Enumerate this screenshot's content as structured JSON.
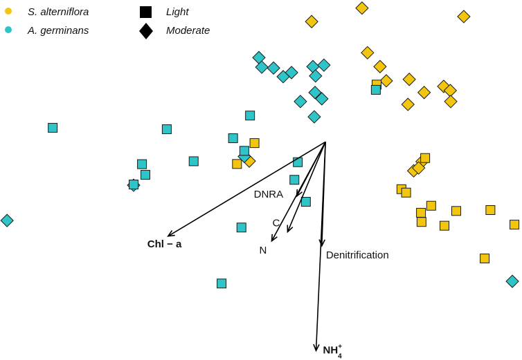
{
  "chart_data": {
    "type": "scatter",
    "xlim": [
      -1.0,
      1.0
    ],
    "ylim": [
      -1.0,
      1.0
    ],
    "grid": false,
    "axes_visible": false,
    "legend": {
      "placement": "top-left",
      "colors": [
        {
          "label": "S. alterniflora",
          "color": "#F2C50F"
        },
        {
          "label": "A. germinans",
          "color": "#2EC4C8"
        }
      ],
      "shapes": [
        {
          "label": "Light",
          "shape": "square"
        },
        {
          "label": "Moderate",
          "shape": "diamond"
        }
      ]
    },
    "colors": {
      "S. alterniflora": "#F2C50F",
      "A. germinans": "#2EC4C8",
      "outline": "#1a1a1a",
      "arrow": "#000000"
    },
    "points": [
      {
        "species": "S. alterniflora",
        "light": "Moderate",
        "x": 0.194,
        "y": 0.88
      },
      {
        "species": "S. alterniflora",
        "light": "Moderate",
        "x": 0.387,
        "y": 0.955
      },
      {
        "species": "S. alterniflora",
        "light": "Moderate",
        "x": 0.777,
        "y": 0.908
      },
      {
        "species": "S. alterniflora",
        "light": "Moderate",
        "x": 0.408,
        "y": 0.707
      },
      {
        "species": "S. alterniflora",
        "light": "Moderate",
        "x": 0.456,
        "y": 0.63
      },
      {
        "species": "S. alterniflora",
        "light": "Moderate",
        "x": 0.48,
        "y": 0.551
      },
      {
        "species": "S. alterniflora",
        "light": "Moderate",
        "x": 0.568,
        "y": 0.559
      },
      {
        "species": "S. alterniflora",
        "light": "Moderate",
        "x": 0.625,
        "y": 0.486
      },
      {
        "species": "S. alterniflora",
        "light": "Moderate",
        "x": 0.7,
        "y": 0.52
      },
      {
        "species": "S. alterniflora",
        "light": "Moderate",
        "x": 0.725,
        "y": 0.497
      },
      {
        "species": "S. alterniflora",
        "light": "Moderate",
        "x": 0.727,
        "y": 0.436
      },
      {
        "species": "S. alterniflora",
        "light": "Moderate",
        "x": 0.563,
        "y": 0.42
      },
      {
        "species": "S. alterniflora",
        "light": "Moderate",
        "x": 0.617,
        "y": 0.102
      },
      {
        "species": "S. alterniflora",
        "light": "Moderate",
        "x": 0.585,
        "y": 0.051
      },
      {
        "species": "S. alterniflora",
        "light": "Moderate",
        "x": 0.604,
        "y": 0.067
      },
      {
        "species": "S. alterniflora",
        "light": "Moderate",
        "x": -0.045,
        "y": 0.105
      },
      {
        "species": "S. alterniflora",
        "light": "Light",
        "x": 0.443,
        "y": 0.53
      },
      {
        "species": "S. alterniflora",
        "light": "Light",
        "x": -0.025,
        "y": 0.205
      },
      {
        "species": "S. alterniflora",
        "light": "Light",
        "x": -0.092,
        "y": 0.089
      },
      {
        "species": "S. alterniflora",
        "light": "Light",
        "x": 0.629,
        "y": 0.122
      },
      {
        "species": "S. alterniflora",
        "light": "Light",
        "x": 0.538,
        "y": -0.051
      },
      {
        "species": "S. alterniflora",
        "light": "Light",
        "x": 0.556,
        "y": -0.07
      },
      {
        "species": "S. alterniflora",
        "light": "Light",
        "x": 0.652,
        "y": -0.143
      },
      {
        "species": "S. alterniflora",
        "light": "Light",
        "x": 0.613,
        "y": -0.182
      },
      {
        "species": "S. alterniflora",
        "light": "Light",
        "x": 0.748,
        "y": -0.172
      },
      {
        "species": "S. alterniflora",
        "light": "Light",
        "x": 0.879,
        "y": -0.167
      },
      {
        "species": "S. alterniflora",
        "light": "Light",
        "x": 0.615,
        "y": -0.233
      },
      {
        "species": "S. alterniflora",
        "light": "Light",
        "x": 0.703,
        "y": -0.254
      },
      {
        "species": "S. alterniflora",
        "light": "Light",
        "x": 0.971,
        "y": -0.248
      },
      {
        "species": "S. alterniflora",
        "light": "Light",
        "x": 0.857,
        "y": -0.436
      },
      {
        "species": "A. germinans",
        "light": "Moderate",
        "x": -0.008,
        "y": 0.68
      },
      {
        "species": "A. germinans",
        "light": "Moderate",
        "x": 0.003,
        "y": 0.627
      },
      {
        "species": "A. germinans",
        "light": "Moderate",
        "x": 0.048,
        "y": 0.622
      },
      {
        "species": "A. germinans",
        "light": "Moderate",
        "x": 0.117,
        "y": 0.597
      },
      {
        "species": "A. germinans",
        "light": "Moderate",
        "x": 0.199,
        "y": 0.63
      },
      {
        "species": "A. germinans",
        "light": "Moderate",
        "x": 0.241,
        "y": 0.638
      },
      {
        "species": "A. germinans",
        "light": "Moderate",
        "x": 0.085,
        "y": 0.574
      },
      {
        "species": "A. germinans",
        "light": "Moderate",
        "x": 0.209,
        "y": 0.578
      },
      {
        "species": "A. germinans",
        "light": "Moderate",
        "x": 0.207,
        "y": 0.486
      },
      {
        "species": "A. germinans",
        "light": "Moderate",
        "x": 0.151,
        "y": 0.436
      },
      {
        "species": "A. germinans",
        "light": "Moderate",
        "x": 0.233,
        "y": 0.451
      },
      {
        "species": "A. germinans",
        "light": "Moderate",
        "x": 0.204,
        "y": 0.351
      },
      {
        "species": "A. germinans",
        "light": "Moderate",
        "x": -0.064,
        "y": 0.131
      },
      {
        "species": "A. germinans",
        "light": "Moderate",
        "x": -0.488,
        "y": -0.029
      },
      {
        "species": "A. germinans",
        "light": "Moderate",
        "x": -0.973,
        "y": -0.225
      },
      {
        "species": "A. germinans",
        "light": "Moderate",
        "x": 0.963,
        "y": -0.563
      },
      {
        "species": "A. germinans",
        "light": "Light",
        "x": -0.798,
        "y": 0.29
      },
      {
        "species": "A. germinans",
        "light": "Light",
        "x": -0.361,
        "y": 0.282
      },
      {
        "species": "A. germinans",
        "light": "Light",
        "x": -0.107,
        "y": 0.232
      },
      {
        "species": "A. germinans",
        "light": "Light",
        "x": -0.064,
        "y": 0.162
      },
      {
        "species": "A. germinans",
        "light": "Light",
        "x": -0.042,
        "y": 0.358
      },
      {
        "species": "A. germinans",
        "light": "Light",
        "x": 0.44,
        "y": 0.501
      },
      {
        "species": "A. germinans",
        "light": "Light",
        "x": -0.258,
        "y": 0.104
      },
      {
        "species": "A. germinans",
        "light": "Light",
        "x": -0.456,
        "y": 0.088
      },
      {
        "species": "A. germinans",
        "light": "Light",
        "x": -0.443,
        "y": 0.029
      },
      {
        "species": "A. germinans",
        "light": "Light",
        "x": 0.141,
        "y": 0.099
      },
      {
        "species": "A. germinans",
        "light": "Light",
        "x": 0.172,
        "y": -0.121
      },
      {
        "species": "A. germinans",
        "light": "Light",
        "x": 0.128,
        "y": 0.001
      },
      {
        "species": "A. germinans",
        "light": "Light",
        "x": -0.075,
        "y": -0.264
      },
      {
        "species": "A. germinans",
        "light": "Light",
        "x": -0.151,
        "y": -0.575
      },
      {
        "species": "A. germinans",
        "light": "Light",
        "x": -0.488,
        "y": -0.025
      }
    ],
    "vectors": {
      "origin": [
        0.247,
        0.212
      ],
      "items": [
        {
          "label": "Chl",
          "label_suffix": " − a",
          "bold": true,
          "x": -0.356,
          "y": -0.312
        },
        {
          "label": "C",
          "x": 0.102,
          "y": -0.288
        },
        {
          "label": "N",
          "x": 0.041,
          "y": -0.339
        },
        {
          "label": "DNRA",
          "x": 0.137,
          "y": -0.09
        },
        {
          "label": "Denitrification",
          "x": 0.233,
          "y": -0.366
        },
        {
          "label": "NH",
          "sub": "4",
          "sup": "+",
          "bold": true,
          "x": 0.211,
          "y": -0.948
        }
      ]
    }
  }
}
